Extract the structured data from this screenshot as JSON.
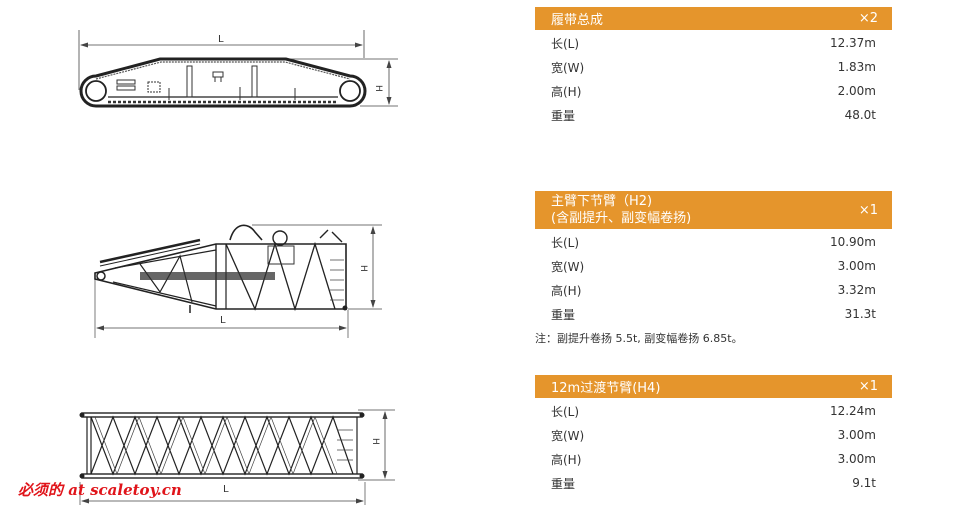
{
  "components": [
    {
      "title_lines": [
        "履带总成"
      ],
      "quantity": "×2",
      "specs": [
        {
          "label": "长(L)",
          "value": "12.37m"
        },
        {
          "label": "宽(W)",
          "value": "1.83m"
        },
        {
          "label": "高(H)",
          "value": "2.00m"
        },
        {
          "label": "重量",
          "value": "48.0t"
        }
      ],
      "drawing": {
        "length_label": "L",
        "height_label": "H"
      }
    },
    {
      "title_lines": [
        "主臂下节臂（H2)",
        "(含副提升、副变幅卷扬)"
      ],
      "quantity": "×1",
      "specs": [
        {
          "label": "长(L)",
          "value": "10.90m"
        },
        {
          "label": "宽(W)",
          "value": "3.00m"
        },
        {
          "label": "高(H)",
          "value": "3.32m"
        },
        {
          "label": "重量",
          "value": "31.3t"
        }
      ],
      "note": "注：副提升卷扬 5.5t, 副变幅卷扬 6.85t。",
      "drawing": {
        "length_label": "L",
        "height_label": "H"
      }
    },
    {
      "title_lines": [
        "12m过渡节臂(H4)"
      ],
      "quantity": "×1",
      "specs": [
        {
          "label": "长(L)",
          "value": "12.24m"
        },
        {
          "label": "宽(W)",
          "value": "3.00m"
        },
        {
          "label": "高(H)",
          "value": "3.00m"
        },
        {
          "label": "重量",
          "value": "9.1t"
        }
      ],
      "drawing": {
        "length_label": "L",
        "height_label": "H"
      }
    }
  ],
  "watermark": "必须的 at scaletoy.cn",
  "colors": {
    "header_bg": "#e5952c",
    "header_text": "#ffffff",
    "watermark": "#e0141a"
  }
}
